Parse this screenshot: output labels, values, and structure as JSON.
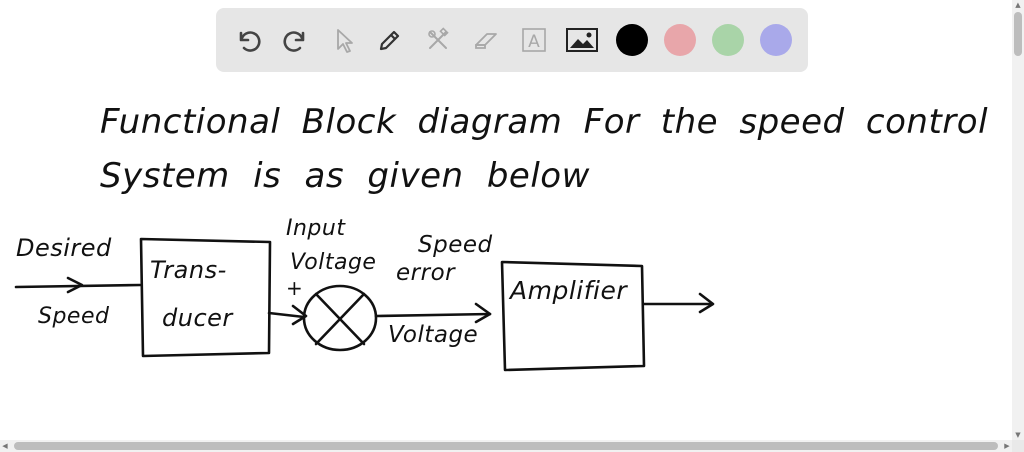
{
  "toolbar": {
    "tools": [
      {
        "name": "undo-icon"
      },
      {
        "name": "redo-icon"
      },
      {
        "name": "select-arrow-icon"
      },
      {
        "name": "pen-icon"
      },
      {
        "name": "tools-icon"
      },
      {
        "name": "eraser-icon"
      },
      {
        "name": "text-icon",
        "glyph": "A"
      },
      {
        "name": "image-icon"
      }
    ],
    "colors": [
      "#000000",
      "#e8a6aa",
      "#a9d4a8",
      "#a9a9ea"
    ]
  },
  "whiteboard": {
    "heading_line1": "Functional Block diagram For the speed control",
    "heading_line2": "System is as given below",
    "input_label_top": "Desired",
    "input_label_bottom": "Speed",
    "block1_line1": "Trans-",
    "block1_line2": "ducer",
    "input_voltage_line1": "Input",
    "input_voltage_line2": "Voltage",
    "plus_sign": "+",
    "error_line1": "Speed",
    "error_line2": "error",
    "error_line3": "Voltage",
    "block2_label": "Amplifier"
  }
}
